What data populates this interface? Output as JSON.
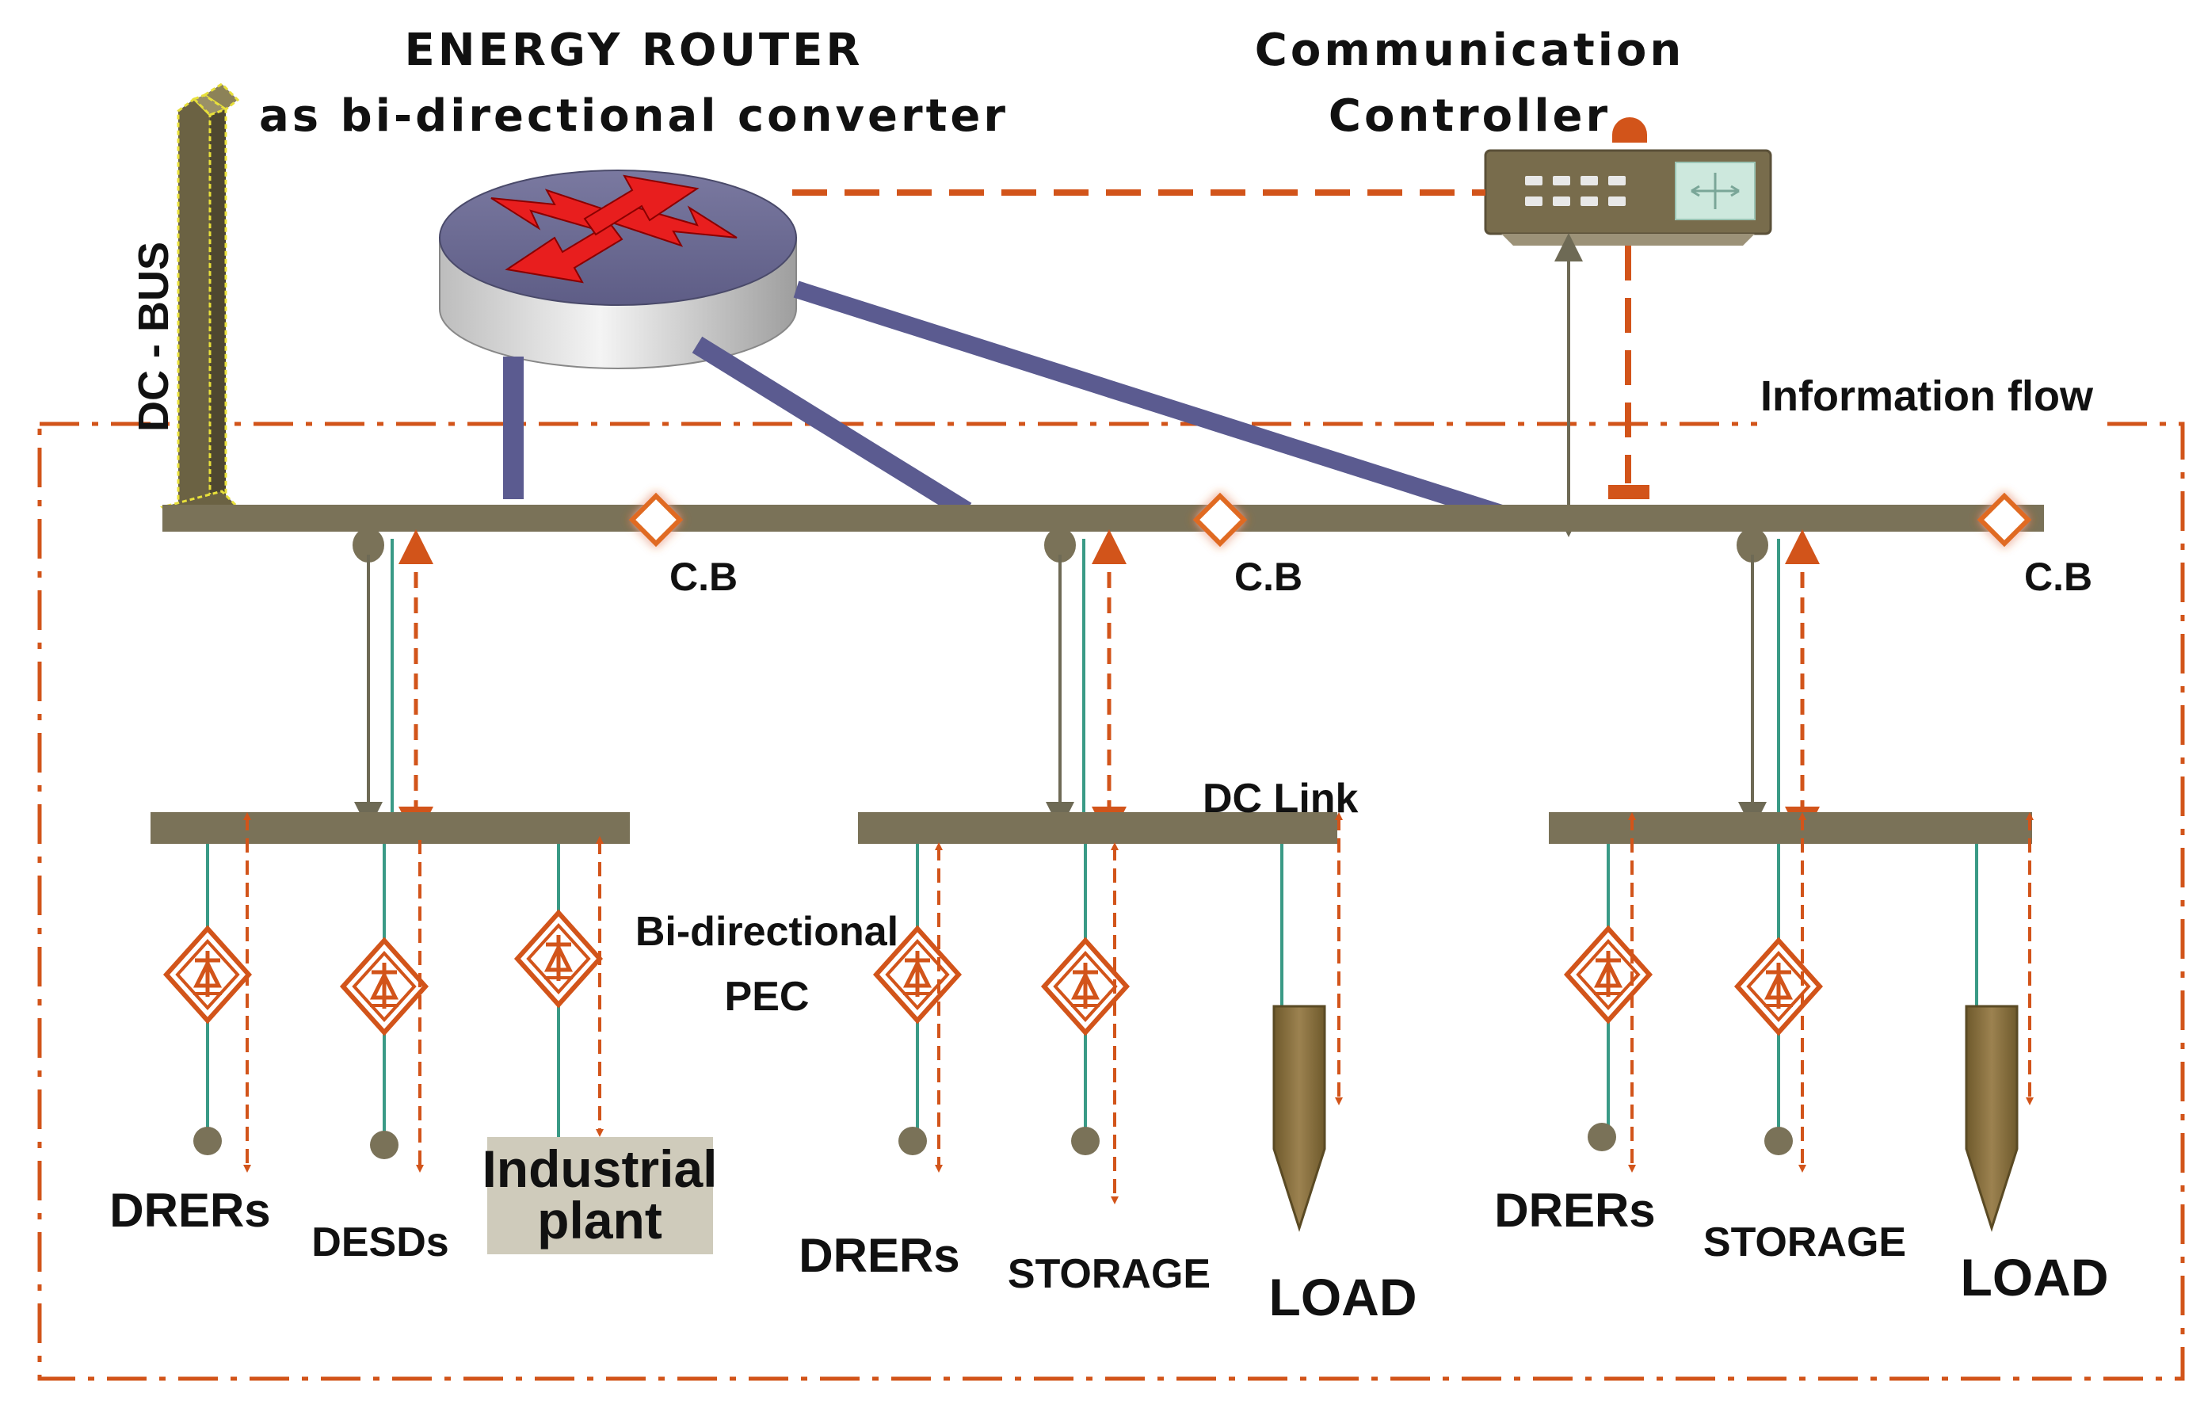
{
  "title": {
    "line1": "ENERGY ROUTER",
    "line2": "as  bi-directional converter"
  },
  "controller": {
    "line1": "Communication",
    "line2": "Controller"
  },
  "dc_bus_label": "DC - BUS",
  "information_flow_label": "Information flow",
  "circuit_breaker_label": "C.B",
  "dc_link_label": "DC Link",
  "pec_label": {
    "line1": "Bi-directional",
    "line2": "PEC"
  },
  "units": {
    "left": {
      "dev1": "DRERs",
      "dev2": "DESDs",
      "dev3": {
        "line1": "Industrial",
        "line2": "plant"
      }
    },
    "middle": {
      "dev1": "DRERs",
      "dev2": "STORAGE",
      "dev3": "LOAD"
    },
    "right": {
      "dev1": "DRERs",
      "dev2": "STORAGE",
      "dev3": "LOAD"
    }
  },
  "colors": {
    "bus": "#7a7258",
    "energy_line": "#5b5b90",
    "info_orange": "#d2541a",
    "signal_green": "#3a9a86",
    "load_brown": "#8c7440",
    "plant_box": "#cfcbbb"
  }
}
